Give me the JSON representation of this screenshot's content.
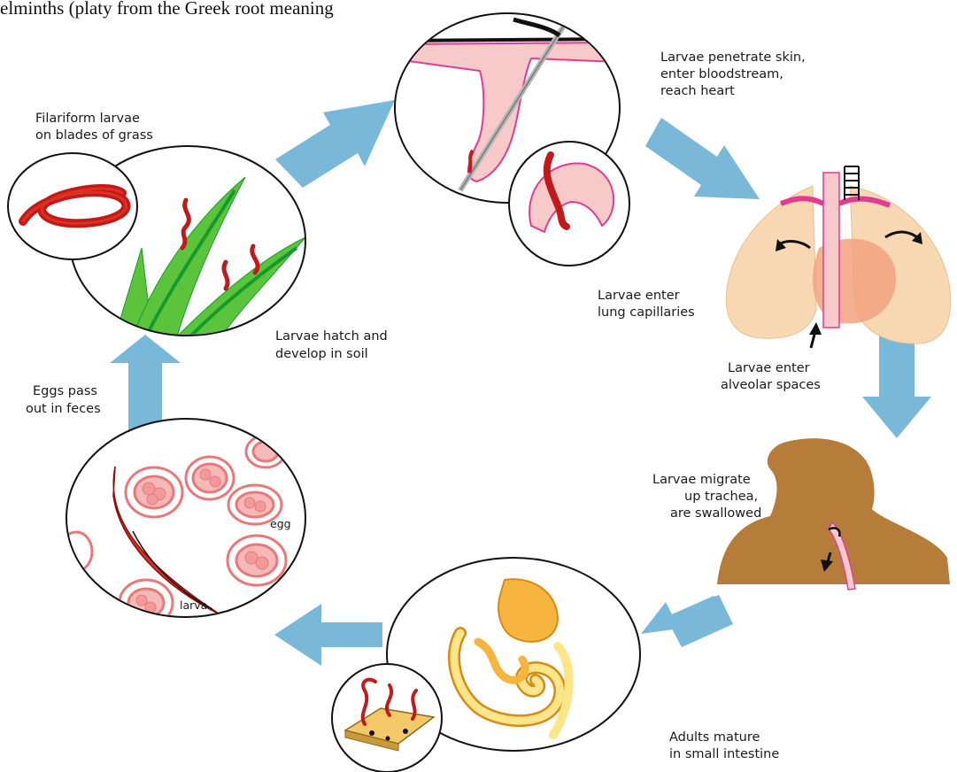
{
  "header_fragment": "elminths (platy from the Greek root meaning",
  "labels": {
    "filariform": [
      "Filariform larvae",
      "on blades of grass"
    ],
    "penetrate": [
      "Larvae penetrate skin,",
      "enter bloodstream,",
      "reach heart"
    ],
    "lung_capillaries": [
      "Larvae enter",
      "lung capillaries"
    ],
    "alveolar": [
      "Larvae enter",
      "alveolar spaces"
    ],
    "trachea": [
      "Larvae migrate",
      "up trachea,",
      "are swallowed"
    ],
    "intestine": [
      "Adults mature",
      "in small intestine"
    ],
    "eggs_pass": [
      "Eggs pass",
      "out in feces"
    ],
    "hatch": [
      "Larvae hatch and",
      "develop in soil"
    ],
    "egg": "egg",
    "larva": "larva"
  },
  "colors": {
    "arrow": "#7ab8d9",
    "worm": "#c01a1a",
    "worm_light": "#e0301f",
    "grass": "#5cc43c",
    "grass_dark": "#159a2c",
    "skin": "#f7c9c9",
    "skin_edge": "#e23c92",
    "lung": "#f8d7b3",
    "heart": "#f2a27e",
    "silhouette": "#b57d39",
    "stomach": "#f7b43f",
    "intestine": "#fde58a",
    "egg_ring": "#e8787a",
    "egg_fill": "#f7b9b8"
  }
}
